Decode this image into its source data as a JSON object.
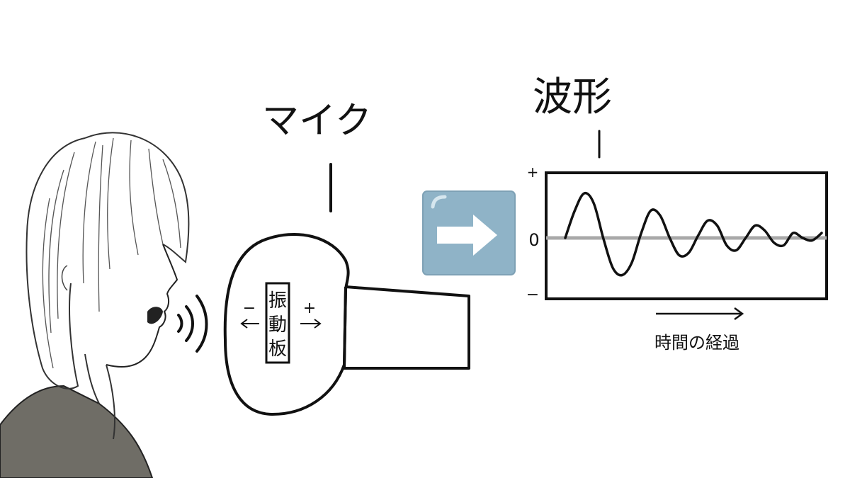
{
  "labels": {
    "mic": "マイク",
    "waveform": "波形",
    "diaphragm": [
      "振",
      "動",
      "板"
    ],
    "minus_sign": "−",
    "plus_sign": "+",
    "axis_plus": "+",
    "axis_zero": "0",
    "axis_minus": "−",
    "time_label": "時間の経過"
  },
  "icons": {
    "arrow": "right-arrow-emoji-icon"
  },
  "colors": {
    "arrow_tile": "#8fb3c7",
    "ink": "#111111",
    "zero_line": "#a8a8a8",
    "hair_gray": "#6f6d66"
  },
  "waveform": {
    "amplitude_samples": [
      0.0,
      0.55,
      0.9,
      0.7,
      0.0,
      -0.6,
      -0.75,
      -0.5,
      0.1,
      0.55,
      0.45,
      0.0,
      -0.35,
      -0.3,
      0.05,
      0.35,
      0.25,
      -0.15,
      -0.25,
      0.0,
      0.25,
      0.15,
      -0.1,
      -0.15,
      0.1,
      0.0,
      -0.05,
      0.1
    ]
  }
}
